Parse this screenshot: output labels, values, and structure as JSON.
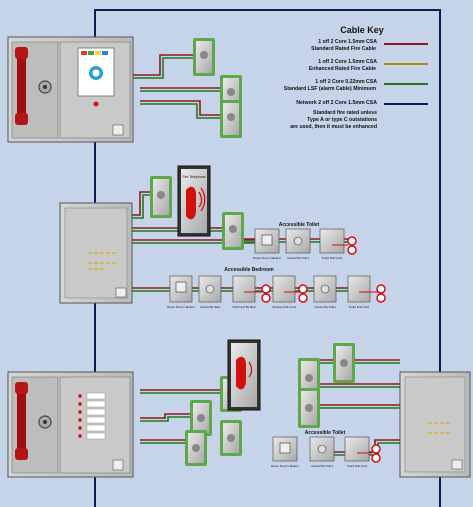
{
  "colors": {
    "background": "#c5d4e8",
    "standard_cable": "#8b1a1a",
    "enhanced_cable": "#b8860b",
    "lsf_cable": "#1e7a1e",
    "network_cable": "#0d1a55",
    "panel_grey": "#c8c8c8",
    "intercom_green": "#5fa84a",
    "pull_cord_red": "#d11010"
  },
  "cable_key": {
    "title": "Cable Key",
    "entries": [
      {
        "line1": "1 off 2 Core 1.5mm CSA",
        "line2": "Standard Rated Fire Cable",
        "color": "#8b1a1a"
      },
      {
        "line1": "1 off 2 Core 1.5mm CSA",
        "line2": "Enhanced Rated Fire Cable",
        "color": "#b8860b"
      },
      {
        "line1": "1 off 2 Core 0.22mm CSA",
        "line2": "Standard LSF (alarm Cable) Minimum",
        "color": "#1e7a1e"
      },
      {
        "line1": "Network 2 off 2 Core 1.5mm CSA",
        "line2": "",
        "color": "#0d1a55"
      }
    ],
    "note": [
      "Standard fire rated unless",
      "Type A or type C outstations",
      "are used, then it must be enhanced"
    ]
  },
  "accessible_toilet_1": {
    "title": "Accessible Toilet",
    "labels": [
      "Room Door Indicator",
      "Cancel By Toilet",
      "Toilet Pull Cord"
    ]
  },
  "accessible_bedroom": {
    "title": "Accessible Bedroom",
    "labels": [
      "Room Door Indicator",
      "Cancel By Bed",
      "Pull Cord By Bed",
      "Shower Pull Cord",
      "Cancel By Toilet",
      "Toilet Pull Cord"
    ]
  },
  "accessible_toilet_2": {
    "title": "Accessible Toilet",
    "labels": [
      "Room Door Indicator",
      "Cancel By Toilet",
      "Toilet Pull Cord"
    ]
  }
}
